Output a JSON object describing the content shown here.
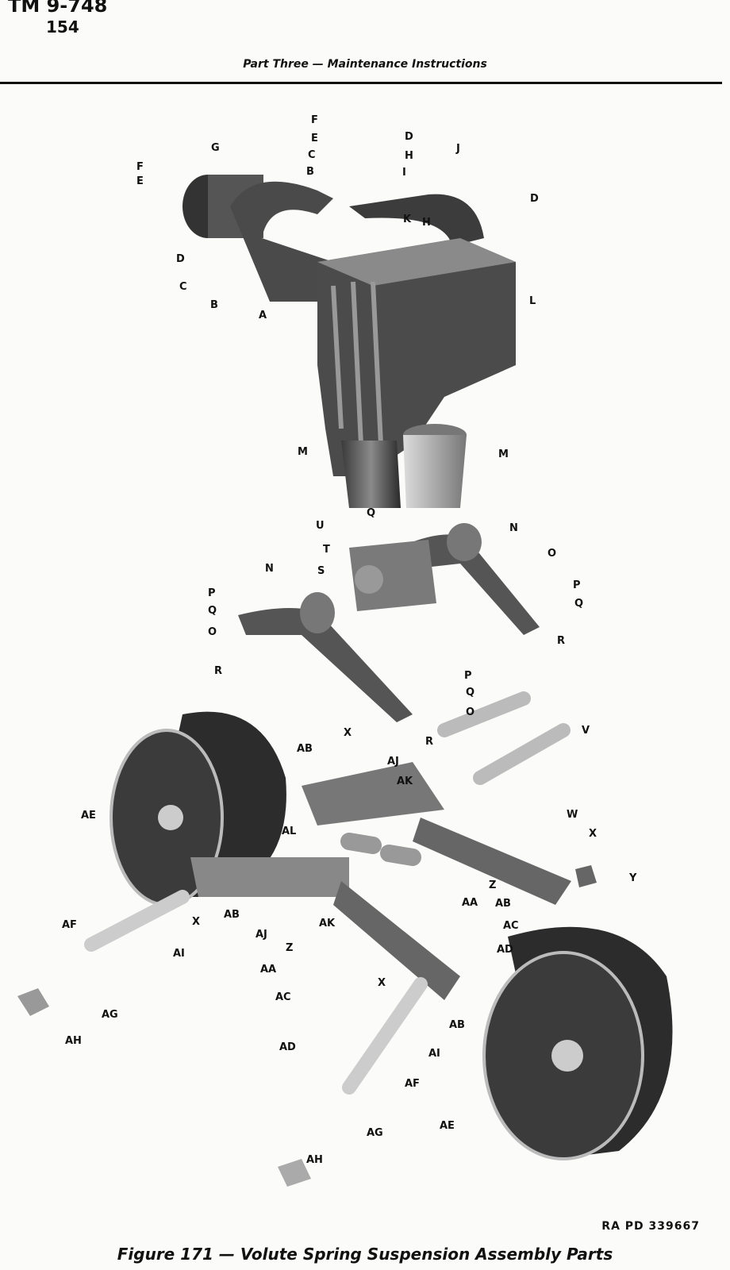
{
  "header": {
    "manual_number": "TM 9-748",
    "page_number": "154",
    "running_title": "Part Three — Maintenance Instructions"
  },
  "figure": {
    "callouts": [
      "F",
      "E",
      "C",
      "B",
      "G",
      "F",
      "E",
      "D",
      "H",
      "I",
      "J",
      "D",
      "K",
      "H",
      "D",
      "C",
      "B",
      "A",
      "L",
      "M",
      "M",
      "Q",
      "U",
      "N",
      "O",
      "T",
      "S",
      "N",
      "P",
      "Q",
      "O",
      "P",
      "Q",
      "R",
      "R",
      "P",
      "Q",
      "O",
      "X",
      "V",
      "R",
      "AB",
      "AJ",
      "AK",
      "AE",
      "AL",
      "W",
      "X",
      "Y",
      "Z",
      "AA",
      "AB",
      "AC",
      "AD",
      "X",
      "AB",
      "AF",
      "AI",
      "AJ",
      "AK",
      "Z",
      "AA",
      "AC",
      "X",
      "AB",
      "AG",
      "AH",
      "AD",
      "AI",
      "AF",
      "AG",
      "AH",
      "AE"
    ],
    "reference_code": "RA PD 339667",
    "caption": "Figure 171 — Volute Spring Suspension Assembly Parts"
  }
}
